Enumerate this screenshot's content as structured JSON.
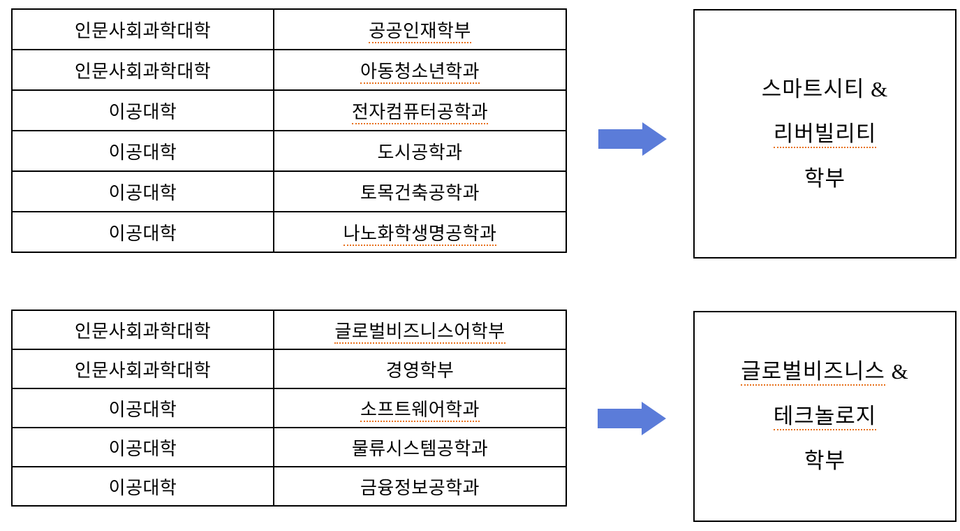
{
  "colors": {
    "background": "#FFFFFF",
    "text": "#000000",
    "border": "#000000",
    "arrow": "#5B7CD9",
    "underline": "#E8701A"
  },
  "group1": {
    "table": {
      "rows": [
        {
          "college": "인문사회과학대학",
          "dept": "공공인재학부",
          "dept_underlined": true
        },
        {
          "college": "인문사회과학대학",
          "dept": "아동청소년학과",
          "dept_underlined": true
        },
        {
          "college": "이공대학",
          "dept": "전자컴퓨터공학과",
          "dept_underlined": true
        },
        {
          "college": "이공대학",
          "dept": "도시공학과",
          "dept_underlined": false
        },
        {
          "college": "이공대학",
          "dept": "토목건축공학과",
          "dept_underlined": false
        },
        {
          "college": "이공대학",
          "dept": "나노화학생명공학과",
          "dept_underlined": true
        }
      ]
    },
    "arrow_icon": "right-arrow",
    "result": {
      "lines": [
        {
          "parts": [
            {
              "text": "스마트시티 &",
              "underlined": false
            }
          ]
        },
        {
          "parts": [
            {
              "text": "리버빌리티",
              "underlined": true
            }
          ]
        },
        {
          "parts": [
            {
              "text": "학부",
              "underlined": false
            }
          ]
        }
      ]
    }
  },
  "group2": {
    "table": {
      "rows": [
        {
          "college": "인문사회과학대학",
          "dept": "글로벌비즈니스어학부",
          "dept_underlined": true
        },
        {
          "college": "인문사회과학대학",
          "dept": "경영학부",
          "dept_underlined": false
        },
        {
          "college": "이공대학",
          "dept": "소프트웨어학과",
          "dept_underlined": true
        },
        {
          "college": "이공대학",
          "dept": "물류시스템공학과",
          "dept_underlined": false
        },
        {
          "college": "이공대학",
          "dept": "금융정보공학과",
          "dept_underlined": false
        }
      ]
    },
    "arrow_icon": "right-arrow",
    "result": {
      "lines": [
        {
          "parts": [
            {
              "text": "글로벌비즈니스",
              "underlined": true
            },
            {
              "text": " &",
              "underlined": false
            }
          ]
        },
        {
          "parts": [
            {
              "text": "테크놀로지",
              "underlined": true
            }
          ]
        },
        {
          "parts": [
            {
              "text": "학부",
              "underlined": false
            }
          ]
        }
      ]
    }
  }
}
